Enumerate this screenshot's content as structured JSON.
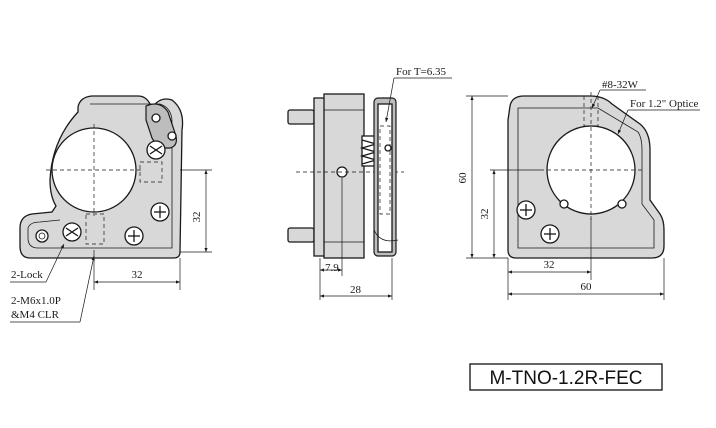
{
  "front_view": {
    "lock_label": "2-Lock",
    "thread_label_line1": "2-M6x1.0P",
    "thread_label_line2": "&M4 CLR",
    "dim_horizontal": "32",
    "dim_vertical": "32"
  },
  "side_view": {
    "thickness_label": "For T=6.35",
    "dim_7_9": "7.9",
    "dim_28": "28"
  },
  "back_view": {
    "thread_label": "#8-32W",
    "optic_label": "For 1.2\" Optice",
    "dim_height": "60",
    "dim_32_vertical": "32",
    "dim_32_horizontal": "32",
    "dim_width": "60"
  },
  "model_number": "M-TNO-1.2R-FEC"
}
